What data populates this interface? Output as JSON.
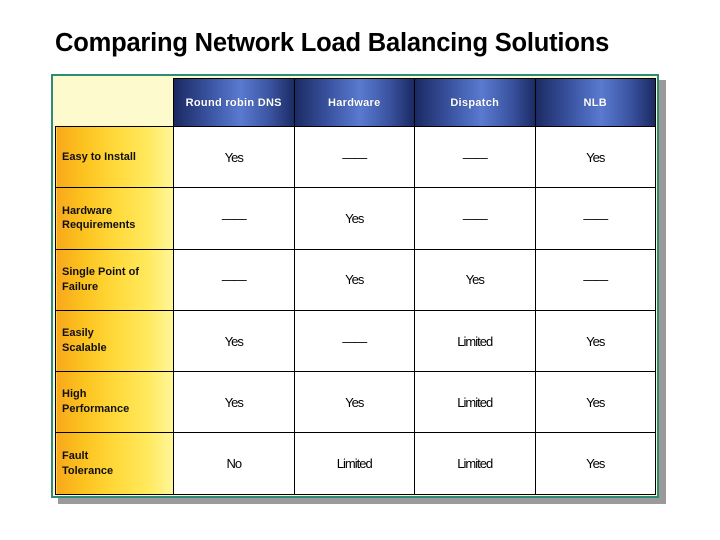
{
  "slide": {
    "title": "Comparing Network Load Balancing Solutions",
    "accent_border_color": "#2e8b78",
    "mat_color": "#fdfbcd",
    "shadow_color": "#9a9a9a",
    "header_gradient_dark": "#17255c",
    "header_gradient_light": "#5c7cd4",
    "row_label_gradient_start": "#f8a81c",
    "row_label_gradient_end": "#fff79a"
  },
  "table": {
    "corner_label": "",
    "columns": [
      {
        "key": "round_robin_dns",
        "label": "Round robin DNS"
      },
      {
        "key": "hardware",
        "label": "Hardware"
      },
      {
        "key": "dispatch",
        "label": "Dispatch"
      },
      {
        "key": "nlb",
        "label": "NLB"
      }
    ],
    "rows": [
      {
        "label": "Easy to Install",
        "label_lines": [
          "Easy to Install"
        ],
        "cells": [
          "Yes",
          "——",
          "——",
          "Yes"
        ]
      },
      {
        "label": "Hardware Requirements",
        "label_lines": [
          "Hardware",
          "Requirements"
        ],
        "cells": [
          "——",
          "Yes",
          "——",
          "——"
        ]
      },
      {
        "label": "Single Point of Failure",
        "label_lines": [
          "Single Point of",
          "Failure"
        ],
        "cells": [
          "——",
          "Yes",
          "Yes",
          "——"
        ]
      },
      {
        "label": "Easily Scalable",
        "label_lines": [
          "Easily",
          "Scalable"
        ],
        "cells": [
          "Yes",
          "——",
          "Limited",
          "Yes"
        ]
      },
      {
        "label": "High Performance",
        "label_lines": [
          "High",
          "Performance"
        ],
        "cells": [
          "Yes",
          "Yes",
          "Limited",
          "Yes"
        ]
      },
      {
        "label": "Fault Tolerance",
        "label_lines": [
          "Fault",
          "Tolerance"
        ],
        "cells": [
          "No",
          "Limited",
          "Limited",
          "Yes"
        ]
      }
    ]
  }
}
